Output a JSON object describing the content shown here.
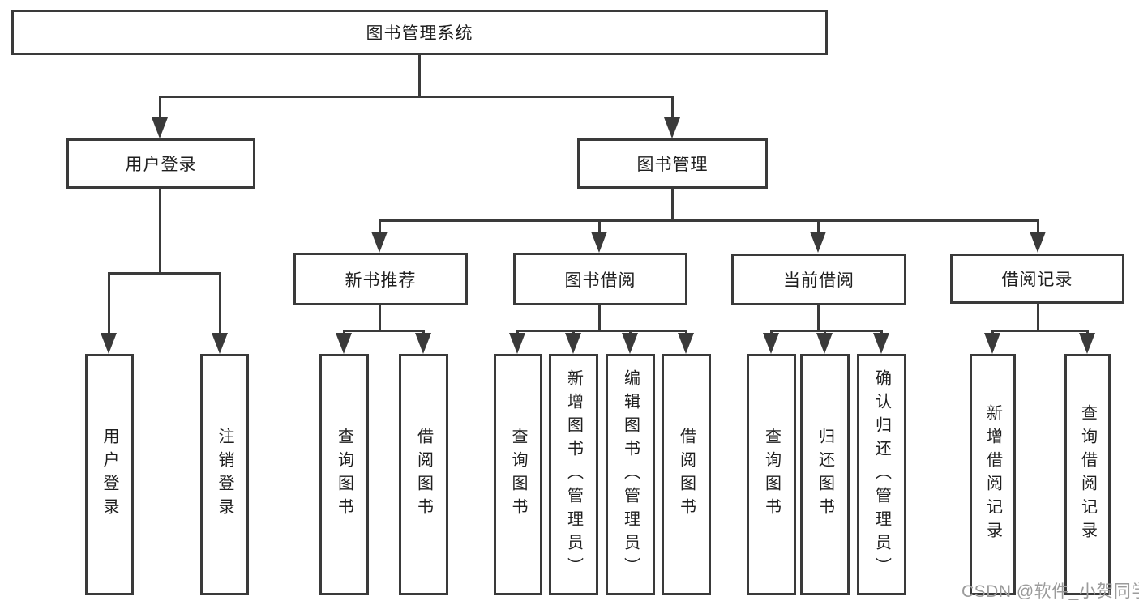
{
  "diagram": {
    "type": "hierarchy-tree",
    "root": {
      "label": "图书管理系统"
    },
    "level2": [
      {
        "label": "用户登录"
      },
      {
        "label": "图书管理"
      }
    ],
    "level3": [
      {
        "label": "新书推荐"
      },
      {
        "label": "图书借阅"
      },
      {
        "label": "当前借阅"
      },
      {
        "label": "借阅记录"
      }
    ],
    "leaves": {
      "user_login": [
        "用户登录",
        "注销登录"
      ],
      "new_book_rec": [
        "查询图书",
        "借阅图书"
      ],
      "book_borrow": [
        "查询图书",
        "新增图书（管理员）",
        "编辑图书（管理员）",
        "借阅图书"
      ],
      "current_borrow": [
        "查询图书",
        "归还图书",
        "确认归还（管理员）"
      ],
      "borrow_records": [
        "新增借阅记录",
        "查询借阅记录"
      ]
    }
  },
  "colors": {
    "line": "#3a3a3a",
    "text": "#1f1f1f",
    "watermark": "#9b9b9b",
    "background": "#ffffff"
  },
  "watermark": {
    "text": "CSDN @软件_小贺同学"
  }
}
